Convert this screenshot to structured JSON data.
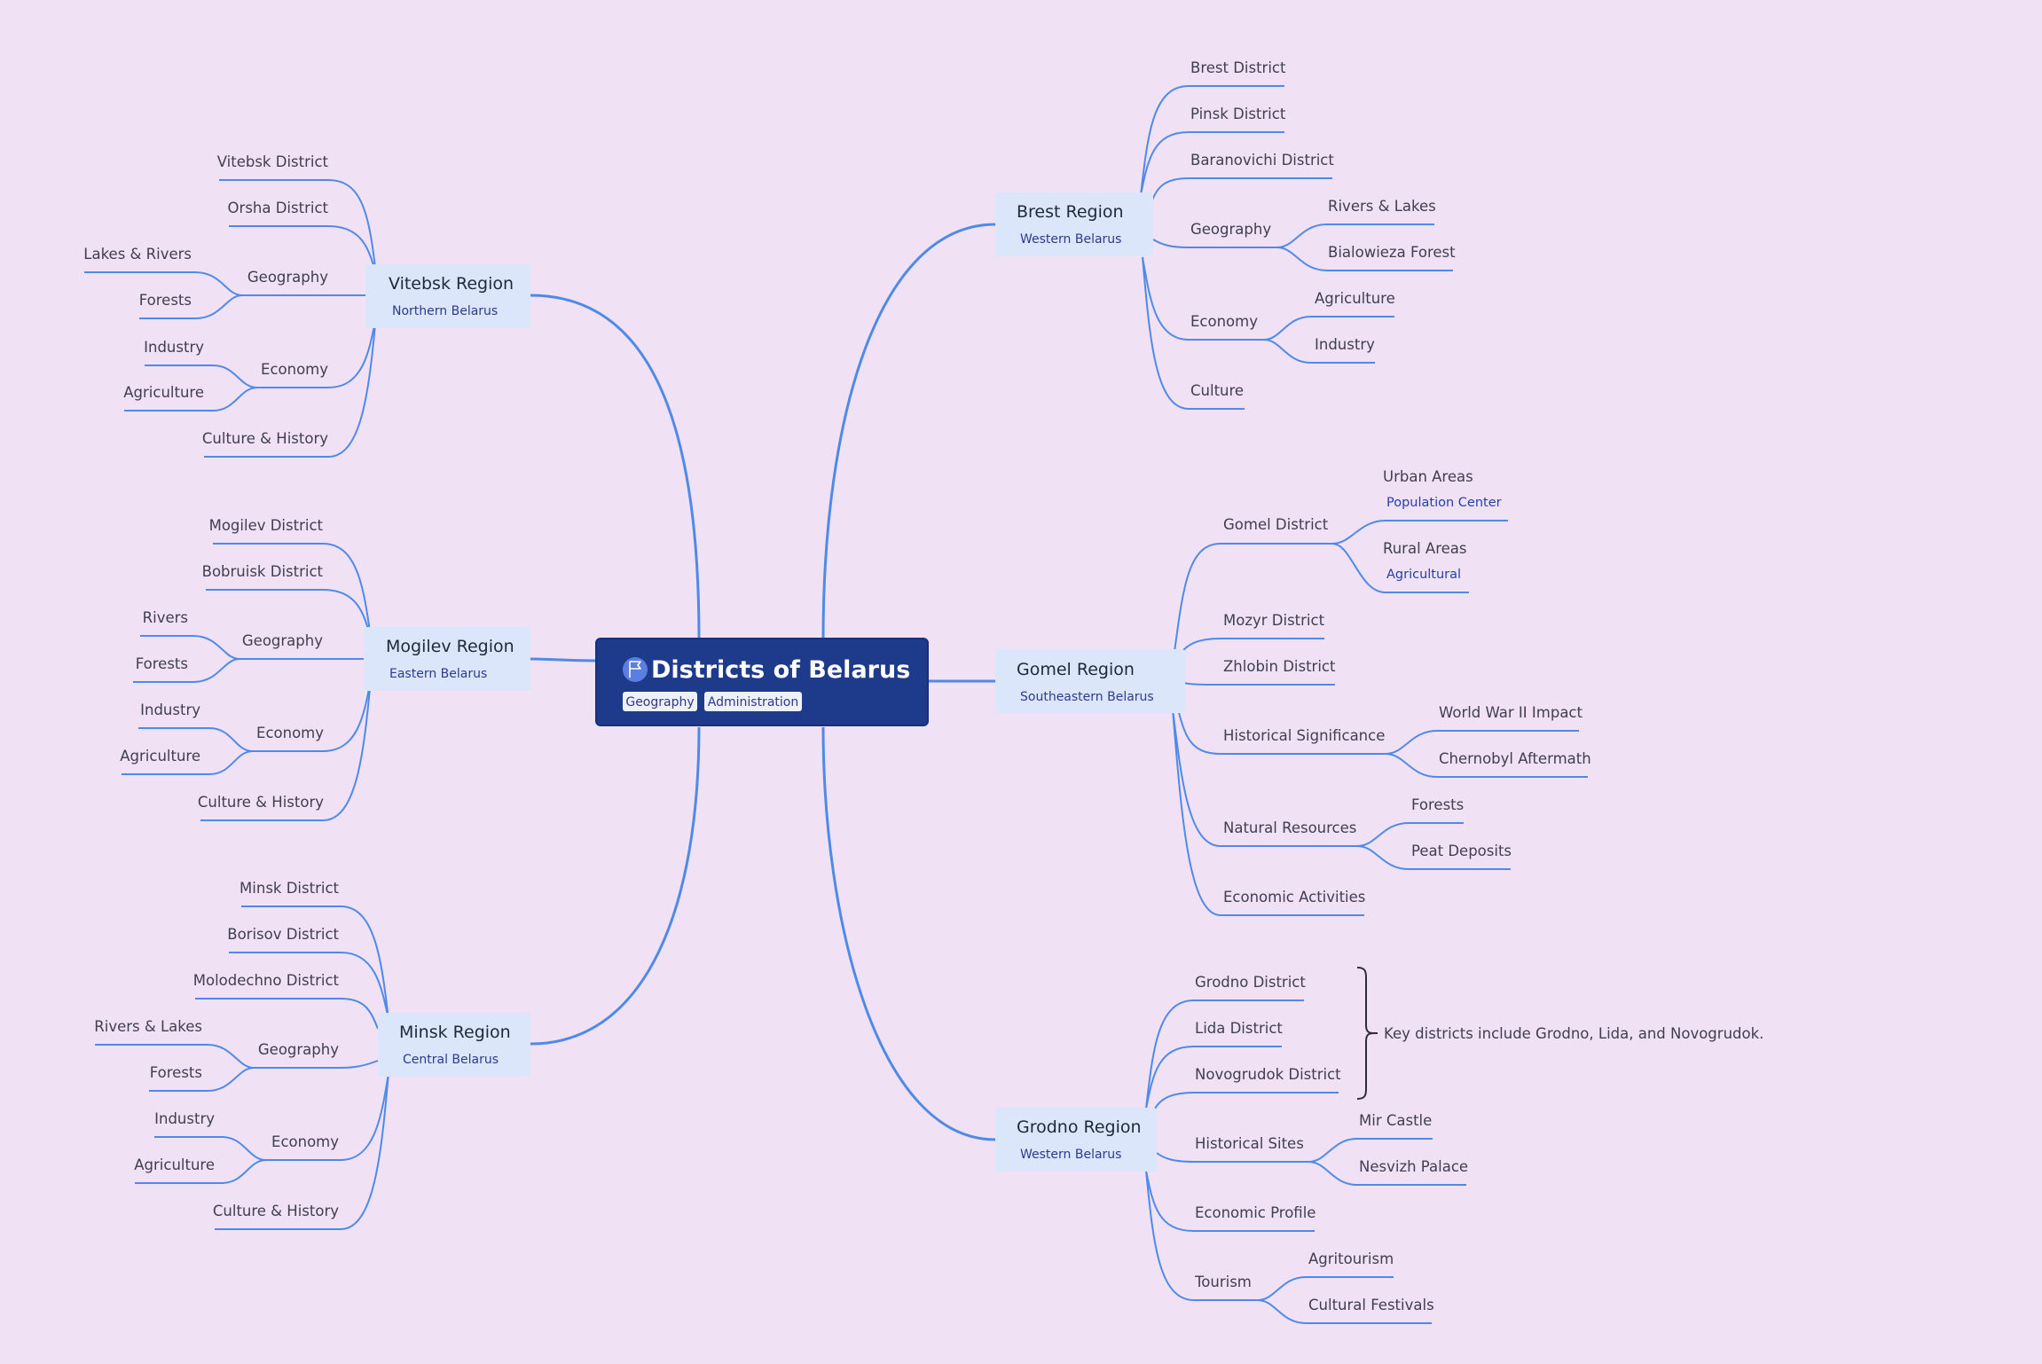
{
  "colors": {
    "background": "#f1e1f5",
    "line": "#4f8be6",
    "central_fill": "#1e3a8a",
    "region_fill": "#dbe6fb",
    "tag_fill": "#eef1fb"
  },
  "central": {
    "title": "Districts of Belarus",
    "icon": "flag-icon",
    "tags": [
      "Geography",
      "Administration"
    ]
  },
  "regions": {
    "vitebsk": {
      "title": "Vitebsk Region",
      "subtitle": "Northern Belarus",
      "children": [
        {
          "label": "Vitebsk District"
        },
        {
          "label": "Orsha District"
        },
        {
          "label": "Geography",
          "children": [
            {
              "label": "Lakes & Rivers"
            },
            {
              "label": "Forests"
            }
          ]
        },
        {
          "label": "Economy",
          "children": [
            {
              "label": "Industry"
            },
            {
              "label": "Agriculture"
            }
          ]
        },
        {
          "label": "Culture & History"
        }
      ]
    },
    "mogilev": {
      "title": "Mogilev Region",
      "subtitle": "Eastern Belarus",
      "children": [
        {
          "label": "Mogilev District"
        },
        {
          "label": "Bobruisk District"
        },
        {
          "label": "Geography",
          "children": [
            {
              "label": "Rivers"
            },
            {
              "label": "Forests"
            }
          ]
        },
        {
          "label": "Economy",
          "children": [
            {
              "label": "Industry"
            },
            {
              "label": "Agriculture"
            }
          ]
        },
        {
          "label": "Culture & History"
        }
      ]
    },
    "minsk": {
      "title": "Minsk Region",
      "subtitle": "Central Belarus",
      "children": [
        {
          "label": "Minsk District"
        },
        {
          "label": "Borisov District"
        },
        {
          "label": "Molodechno District"
        },
        {
          "label": "Geography",
          "children": [
            {
              "label": "Rivers & Lakes"
            },
            {
              "label": "Forests"
            }
          ]
        },
        {
          "label": "Economy",
          "children": [
            {
              "label": "Industry"
            },
            {
              "label": "Agriculture"
            }
          ]
        },
        {
          "label": "Culture & History"
        }
      ]
    },
    "brest": {
      "title": "Brest Region",
      "subtitle": "Western Belarus",
      "children": [
        {
          "label": "Brest District"
        },
        {
          "label": "Pinsk District"
        },
        {
          "label": "Baranovichi District"
        },
        {
          "label": "Geography",
          "children": [
            {
              "label": "Rivers & Lakes"
            },
            {
              "label": "Bialowieza Forest"
            }
          ]
        },
        {
          "label": "Economy",
          "children": [
            {
              "label": "Agriculture"
            },
            {
              "label": "Industry"
            }
          ]
        },
        {
          "label": "Culture"
        }
      ]
    },
    "gomel": {
      "title": "Gomel Region",
      "subtitle": "Southeastern Belarus",
      "children": [
        {
          "label": "Gomel District",
          "children": [
            {
              "label": "Urban Areas",
              "sub": "Population Center"
            },
            {
              "label": "Rural Areas",
              "sub": "Agricultural"
            }
          ]
        },
        {
          "label": "Mozyr District"
        },
        {
          "label": "Zhlobin District"
        },
        {
          "label": "Historical Significance",
          "children": [
            {
              "label": "World War II Impact"
            },
            {
              "label": "Chernobyl Aftermath"
            }
          ]
        },
        {
          "label": "Natural Resources",
          "children": [
            {
              "label": "Forests"
            },
            {
              "label": "Peat Deposits"
            }
          ]
        },
        {
          "label": "Economic Activities"
        }
      ]
    },
    "grodno": {
      "title": "Grodno Region",
      "subtitle": "Western Belarus",
      "children": [
        {
          "label": "Grodno District"
        },
        {
          "label": "Lida District"
        },
        {
          "label": "Novogrudok District"
        },
        {
          "label": "Historical Sites",
          "children": [
            {
              "label": "Mir Castle"
            },
            {
              "label": "Nesvizh Palace"
            }
          ]
        },
        {
          "label": "Economic Profile"
        },
        {
          "label": "Tourism",
          "children": [
            {
              "label": "Agritourism"
            },
            {
              "label": "Cultural Festivals"
            }
          ]
        }
      ],
      "summary": "Key districts include Grodno, Lida, and Novogrudok."
    }
  }
}
